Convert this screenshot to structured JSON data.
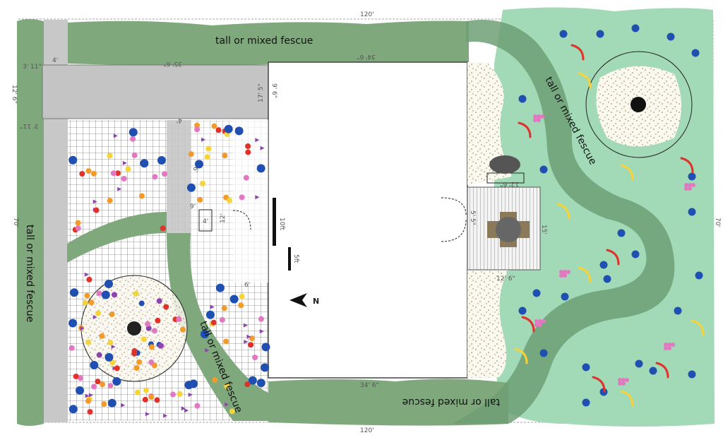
{
  "title": "Yard landscape plan",
  "dimensions": {
    "top_width": "120'",
    "bottom_width": "120'",
    "left_height": "70'",
    "right_height": "70'",
    "driveway_length": "35' 6\"",
    "house_top": "34' 6\"",
    "house_bottom": "34' 6\"",
    "driveway_width": "12' 6\"",
    "garage_door": "9' 6\"",
    "walk_width": "4'",
    "walk_width_2": "4'",
    "house_side": "17' 5\"",
    "corner_radius_top": "3' 11\"",
    "corner_radius_bottom": "3' 11\"",
    "bed_small": "6'",
    "step_small": "9'",
    "step_4": "4'",
    "step_depth": "12'",
    "bed_corner": "6'",
    "bench": "12' 6\"",
    "deck_door": "5' 5\"",
    "deck_width": "15'",
    "deck_bottom": "12' 6\""
  },
  "fescue_labels": [
    "tall or mixed fescue",
    "tall or mixed fescue",
    "tall or mixed fescue",
    "tall or mixed fescue",
    "tall or mixed fescue"
  ],
  "scale_bar": {
    "long": "10ft",
    "short": "5ft"
  },
  "north_arrow": "N",
  "colors": {
    "fescue": "#7fa87c",
    "meadow": "#9fd8b3",
    "pavement": "#c6c6c6",
    "purple": "#8e44ad",
    "pink": "#e377c2",
    "blue": "#1f4fb0",
    "orange": "#f39a2b",
    "yellow": "#f5d33a",
    "red": "#e0312b"
  }
}
